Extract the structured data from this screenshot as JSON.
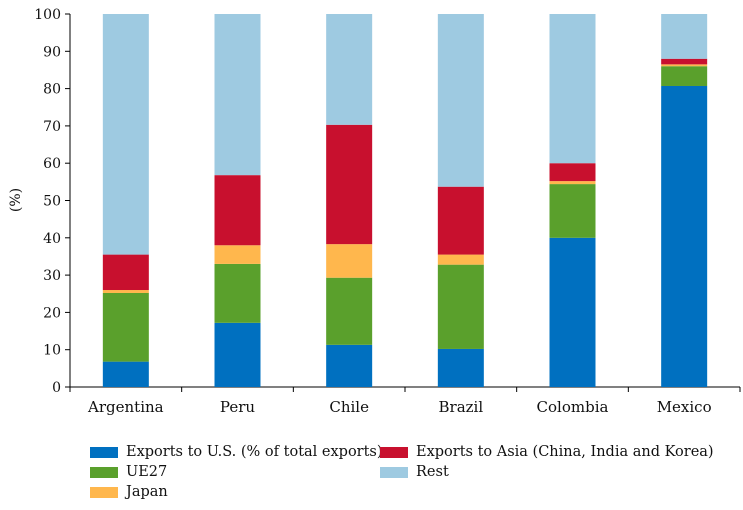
{
  "chart_data": {
    "type": "bar",
    "stacked": true,
    "categories": [
      "Argentina",
      "Peru",
      "Chile",
      "Brazil",
      "Colombia",
      "Mexico"
    ],
    "ylabel": "(%)",
    "ylim": [
      0,
      100
    ],
    "yticks": [
      0,
      10,
      20,
      30,
      40,
      50,
      60,
      70,
      80,
      90,
      100
    ],
    "series": [
      {
        "name": "Exports to U.S. (% of total exports)",
        "color": "#0070C0",
        "values": [
          6.8,
          17.2,
          11.3,
          10.2,
          40.0,
          80.7
        ]
      },
      {
        "name": "UE27",
        "color": "#5AA02C",
        "values": [
          18.4,
          15.8,
          18.0,
          22.6,
          14.4,
          5.3
        ]
      },
      {
        "name": "Japan",
        "color": "#FFB74D",
        "values": [
          0.8,
          5.0,
          9.0,
          2.7,
          0.8,
          0.5
        ]
      },
      {
        "name": "Exports to Asia (China, India and Korea)",
        "color": "#C8102E",
        "values": [
          9.5,
          18.8,
          32.0,
          18.2,
          4.8,
          1.5
        ]
      },
      {
        "name": "Rest",
        "color": "#9ECAE1",
        "values": [
          64.5,
          43.2,
          29.7,
          46.3,
          40.0,
          12.0
        ]
      }
    ],
    "legend_position": "bottom",
    "grid": false
  }
}
